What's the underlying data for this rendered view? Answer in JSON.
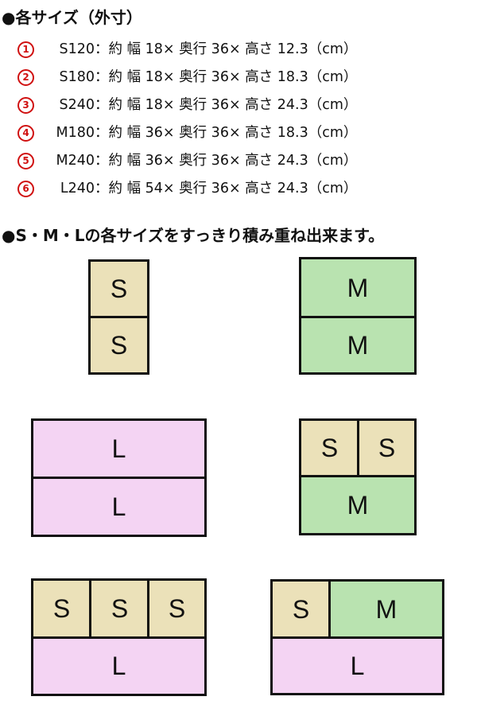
{
  "heading1": "●各サイズ（外寸）",
  "sizes": [
    {
      "num": "1",
      "code": "S120",
      "text": "：約 幅 18× 奥行 36× 高さ 12.3（cm）"
    },
    {
      "num": "2",
      "code": "S180",
      "text": "：約 幅 18× 奥行 36× 高さ 18.3（cm）"
    },
    {
      "num": "3",
      "code": "S240",
      "text": "：約 幅 18× 奥行 36× 高さ 24.3（cm）"
    },
    {
      "num": "4",
      "code": "M180",
      "text": "：約 幅 36× 奥行 36× 高さ 18.3（cm）"
    },
    {
      "num": "5",
      "code": "M240",
      "text": "：約 幅 36× 奥行 36× 高さ 24.3（cm）"
    },
    {
      "num": "6",
      "code": "L240",
      "text": "：約 幅 54× 奥行 36× 高さ 24.3（cm）"
    }
  ],
  "heading2": "●S・M・Lの各サイズをすっきり積み重ね出来ます。",
  "labels": {
    "s": "S",
    "m": "M",
    "l": "L"
  },
  "colors": {
    "S": "#ebe1b9",
    "M": "#b9e3b0",
    "L": "#f4d4f3",
    "number": "#d01010"
  }
}
